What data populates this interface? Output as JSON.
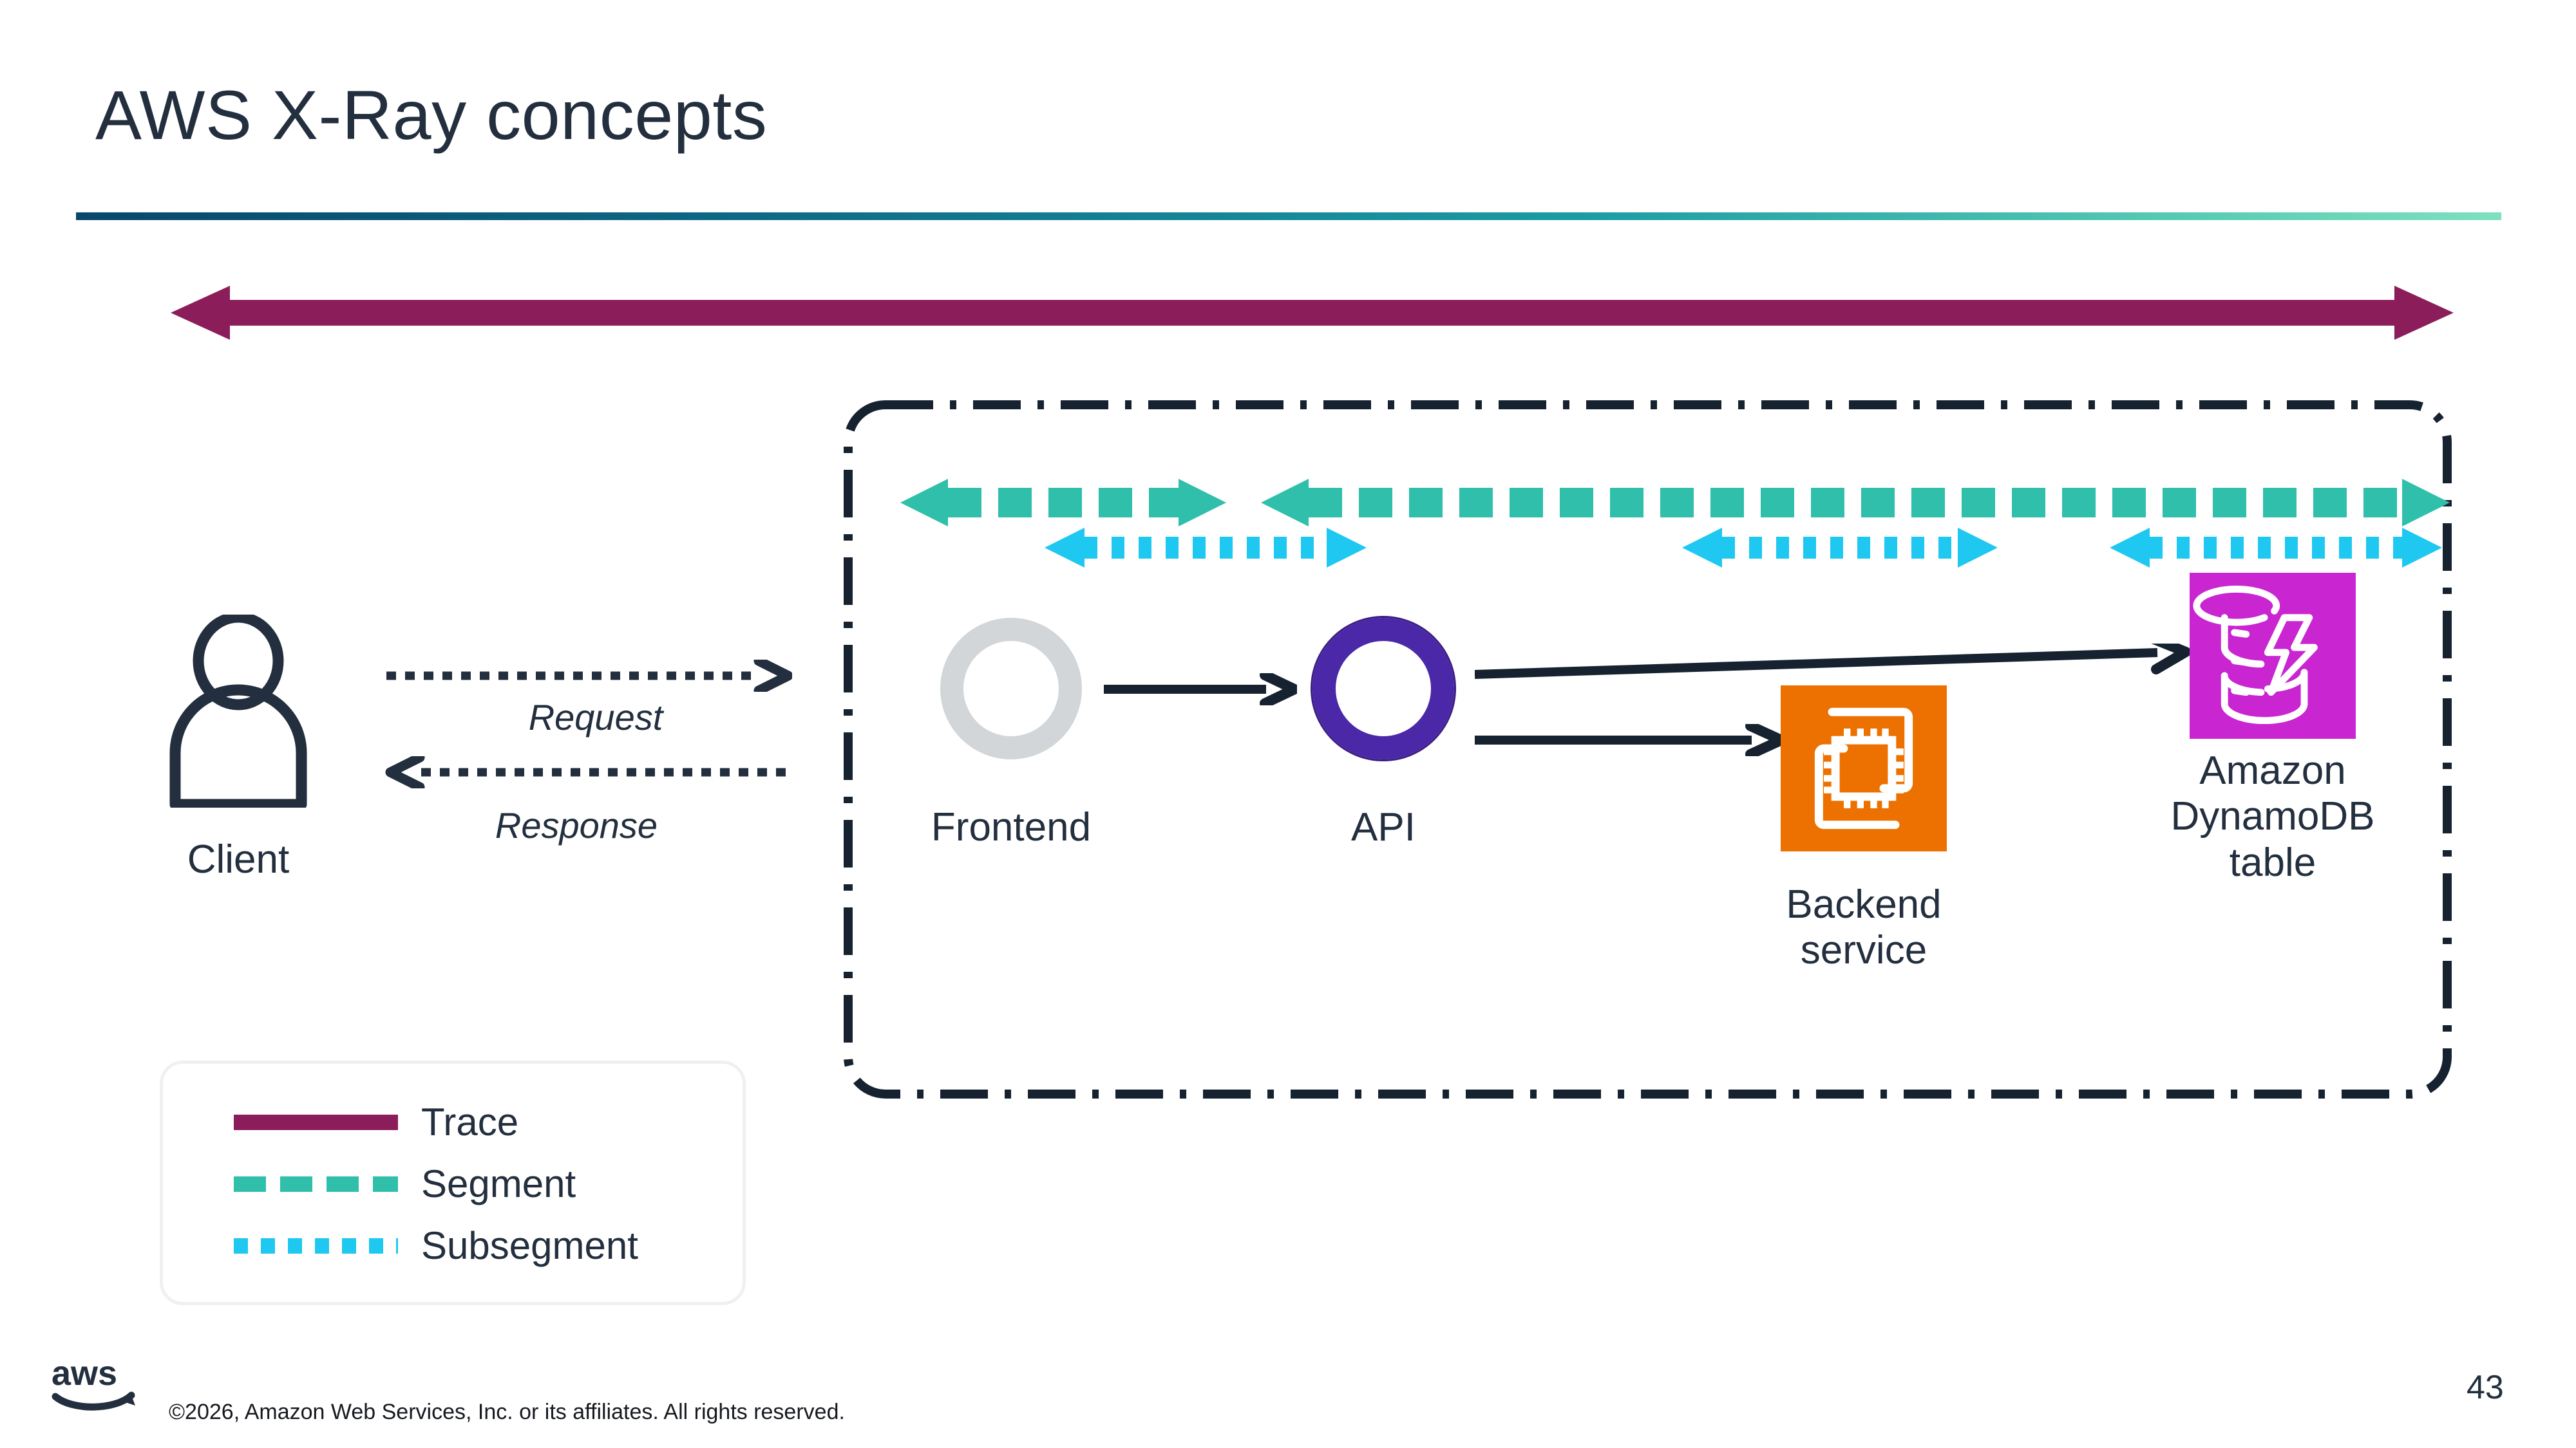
{
  "slide": {
    "title": "AWS X-Ray concepts",
    "page_number": "43",
    "accent_gradient_start": "#08486b",
    "accent_gradient_end": "#7ee0bf",
    "background": "#ffffff"
  },
  "colors": {
    "text_dark": "#232f3e",
    "trace_purple": "#8c1d5b",
    "segment_teal": "#2fbfaa",
    "subsegment_cyan": "#1ec8f0",
    "api_purple": "#4b28a8",
    "frontend_gray": "#d3d6d8",
    "backend_orange": "#ed7100",
    "dynamodb_magenta": "#c925d1",
    "boundary_stroke": "#16222f"
  },
  "trace": {
    "name": "Trace",
    "arrow_kind": "double-headed-solid"
  },
  "client": {
    "label": "Client",
    "request_label": "Request",
    "response_label": "Response",
    "request_arrow": "dotted-right",
    "response_arrow": "dotted-left"
  },
  "nodes": [
    {
      "id": "frontend",
      "label": "Frontend",
      "icon": "gray-ring-icon",
      "shape": "ring",
      "color": "#d3d6d8"
    },
    {
      "id": "api",
      "label": "API",
      "icon": "purple-ring-icon",
      "shape": "ring",
      "color": "#4b28a8"
    },
    {
      "id": "backend",
      "label": "Backend\nservice",
      "label_lines": [
        "Backend",
        "service"
      ],
      "icon": "ec2-chip-icon",
      "shape": "tile",
      "color": "#ed7100"
    },
    {
      "id": "dynamodb",
      "label": "Amazon DynamoDB table",
      "label_lines": [
        "Amazon",
        "DynamoDB",
        "table"
      ],
      "icon": "dynamodb-icon",
      "shape": "tile",
      "color": "#c925d1"
    }
  ],
  "connections": [
    {
      "from": "frontend",
      "to": "api",
      "style": "solid-arrow"
    },
    {
      "from": "api",
      "to": "dynamodb",
      "style": "solid-arrow"
    },
    {
      "from": "api",
      "to": "backend",
      "style": "solid-arrow"
    }
  ],
  "segments": [
    {
      "index": 1,
      "covers": "frontend",
      "style": "dashed-double-arrow",
      "color": "#2fbfaa"
    },
    {
      "index": 2,
      "covers": "api-to-dynamodb",
      "style": "dashed-double-arrow",
      "color": "#2fbfaa"
    }
  ],
  "subsegments": [
    {
      "index": 1,
      "style": "dotted-double-arrow",
      "color": "#1ec8f0"
    },
    {
      "index": 2,
      "style": "dotted-double-arrow",
      "color": "#1ec8f0"
    },
    {
      "index": 3,
      "style": "dotted-double-arrow",
      "color": "#1ec8f0"
    }
  ],
  "legend": {
    "items": [
      {
        "label": "Trace",
        "style": "solid",
        "color": "#8c1d5b"
      },
      {
        "label": "Segment",
        "style": "dashed",
        "color": "#2fbfaa"
      },
      {
        "label": "Subsegment",
        "style": "dotted",
        "color": "#1ec8f0"
      }
    ]
  },
  "footer": {
    "logo": "aws-logo",
    "copyright": "©2026, Amazon Web Services, Inc. or its affiliates. All rights reserved."
  }
}
